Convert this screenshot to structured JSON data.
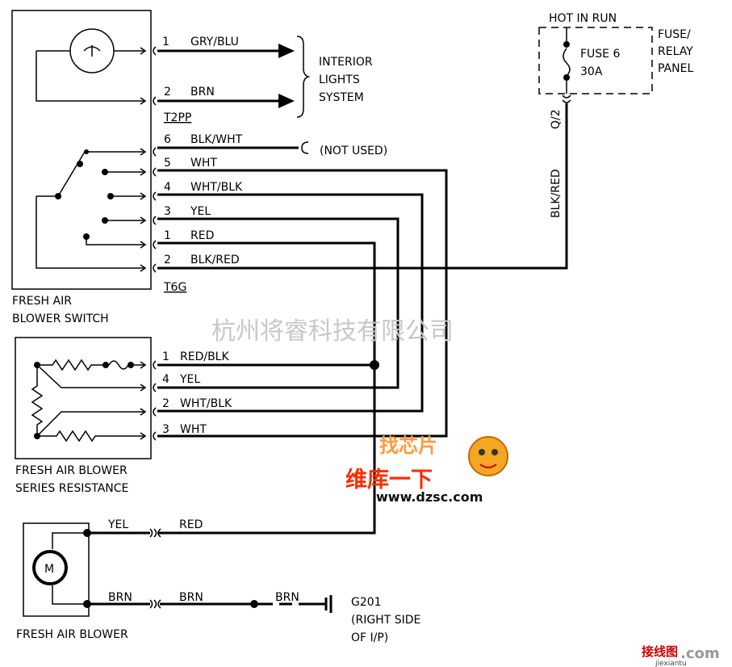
{
  "switch": {
    "name_line1": "FRESH AIR",
    "name_line2": "BLOWER SWITCH",
    "upper_connector": "T2PP",
    "lower_connector": "T6G"
  },
  "interior": {
    "line1": "INTERIOR",
    "line2": "LIGHTS",
    "line3": "SYSTEM"
  },
  "switch_pins": [
    {
      "pin": "1",
      "wire": "GRY/BLU"
    },
    {
      "pin": "2",
      "wire": "BRN"
    },
    {
      "pin": "6",
      "wire": "BLK/WHT"
    },
    {
      "pin": "5",
      "wire": "WHT"
    },
    {
      "pin": "4",
      "wire": "WHT/BLK"
    },
    {
      "pin": "3",
      "wire": "YEL"
    },
    {
      "pin": "1",
      "wire": "RED"
    },
    {
      "pin": "2",
      "wire": "BLK/RED"
    }
  ],
  "not_used": "(NOT USED)",
  "fuse": {
    "hot": "HOT IN RUN",
    "name": "FUSE 6",
    "rating": "30A",
    "panel1": "FUSE/",
    "panel2": "RELAY",
    "panel3": "PANEL",
    "terminal": "Q/2",
    "wire": "BLK/RED"
  },
  "resistor": {
    "name_line1": "FRESH AIR BLOWER",
    "name_line2": "SERIES RESISTANCE",
    "pins": [
      {
        "pin": "1",
        "wire": "RED/BLK"
      },
      {
        "pin": "4",
        "wire": "YEL"
      },
      {
        "pin": "2",
        "wire": "WHT/BLK"
      },
      {
        "pin": "3",
        "wire": "WHT"
      }
    ]
  },
  "blower": {
    "name": "FRESH AIR BLOWER",
    "motor": "M",
    "top_wire_left": "YEL",
    "top_wire_right": "RED",
    "bottom_wire_left": "BRN",
    "bottom_wire_right": "BRN",
    "ground_wire": "BRN"
  },
  "ground": {
    "name": "G201",
    "line2": "(RIGHT SIDE",
    "line3": "OF I/P)"
  },
  "watermark": {
    "company": "杭州将睿科技有限公司",
    "site_logo": "维库一下",
    "site_logo_top": "找芯片",
    "site_url": "www.dzsc.com",
    "corner": "接线图",
    "corner_com": ".com",
    "corner_url": "jiexiantu"
  }
}
